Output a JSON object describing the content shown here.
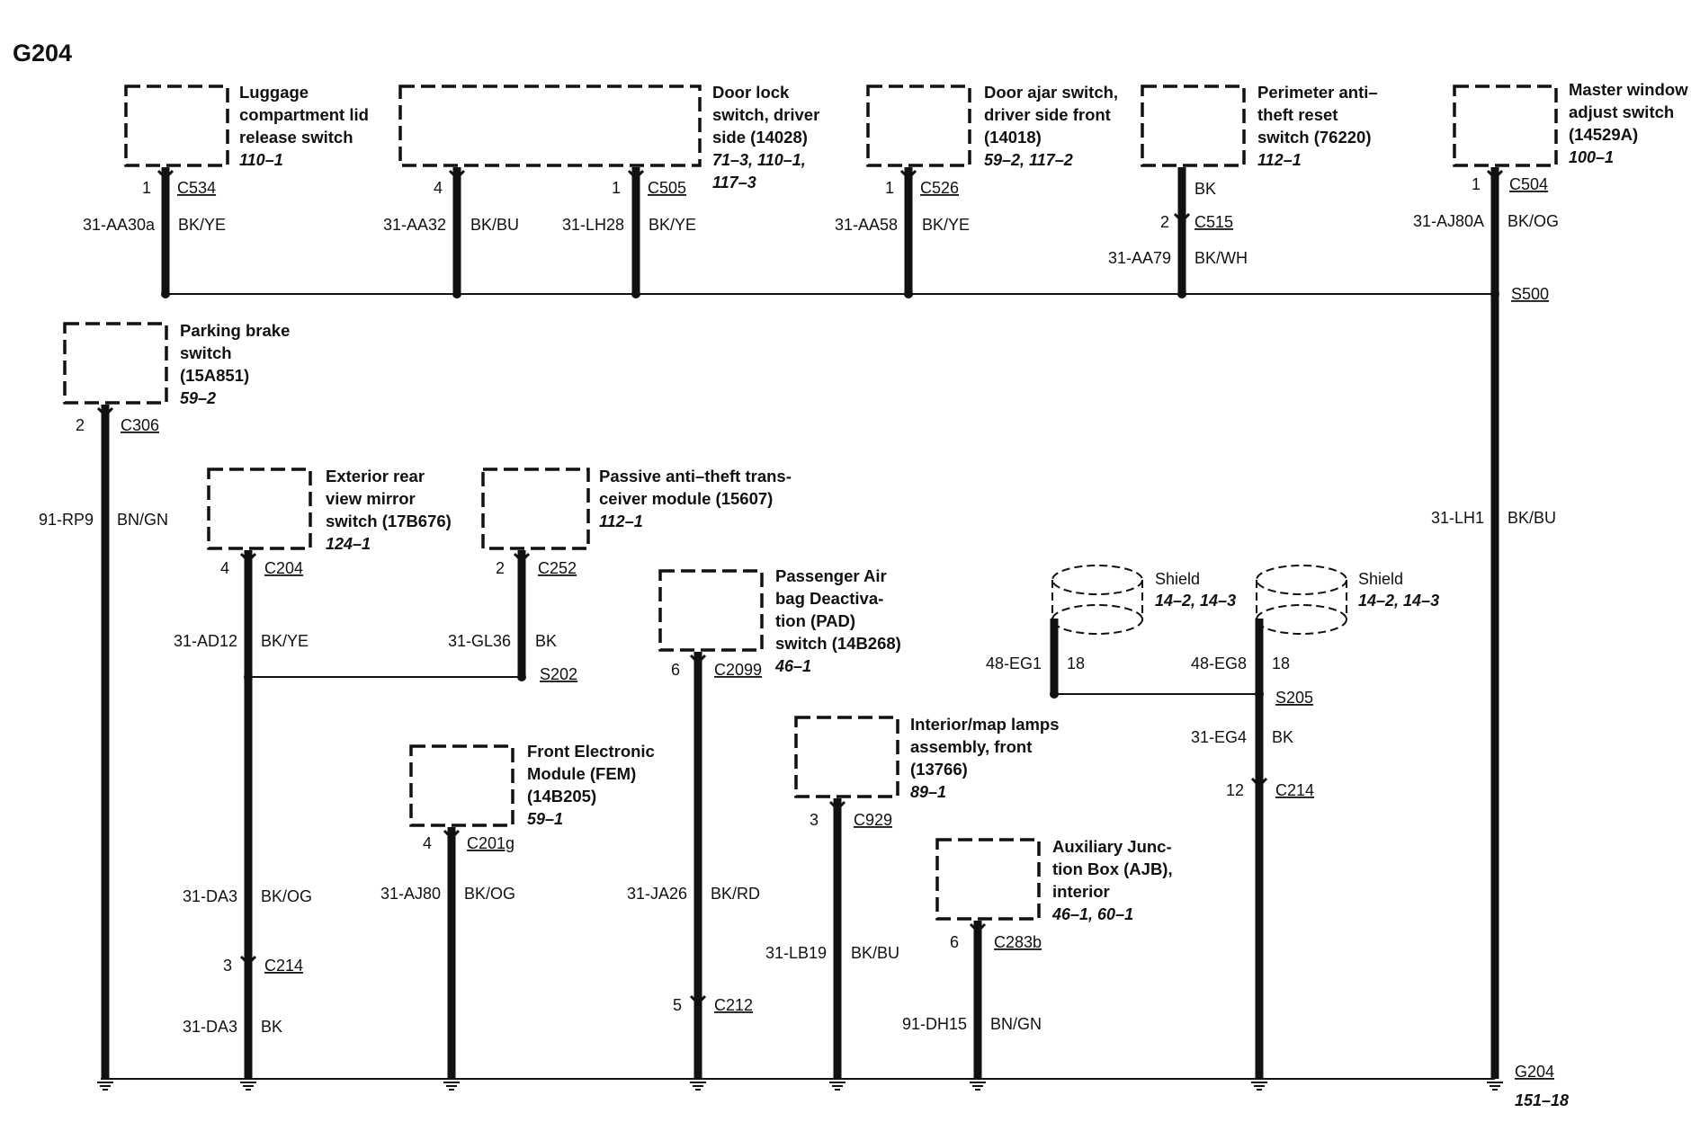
{
  "title": "G204",
  "ground": {
    "label": "G204",
    "ref": "151–18"
  },
  "splices": {
    "s500": "S500",
    "s202": "S202",
    "s205": "S205"
  },
  "components": [
    {
      "lines": [
        "Luggage",
        "compartment lid",
        "release switch"
      ],
      "refs": [
        "110–1"
      ]
    },
    {
      "lines": [
        "Door lock",
        "switch, driver",
        "side (14028)"
      ],
      "refs": [
        "71–3, 110–1,",
        "117–3"
      ]
    },
    {
      "lines": [
        "Door ajar switch,",
        "driver side front",
        "(14018)"
      ],
      "refs": [
        "59–2, 117–2"
      ]
    },
    {
      "lines": [
        "Perimeter anti–",
        "theft reset",
        "switch (76220)"
      ],
      "refs": [
        "112–1"
      ]
    },
    {
      "lines": [
        "Master window",
        "adjust switch",
        "(14529A)"
      ],
      "refs": [
        "100–1"
      ]
    },
    {
      "lines": [
        "Parking brake",
        "switch",
        "(15A851)"
      ],
      "refs": [
        "59–2"
      ]
    },
    {
      "lines": [
        "Exterior rear",
        "view mirror",
        "switch (17B676)"
      ],
      "refs": [
        "124–1"
      ]
    },
    {
      "lines": [
        "Passive anti–theft trans-",
        "ceiver module (15607)"
      ],
      "refs": [
        "112–1"
      ]
    },
    {
      "lines": [
        "Passenger Air",
        "bag Deactiva-",
        "tion (PAD)",
        "switch (14B268)"
      ],
      "refs": [
        "46–1"
      ]
    },
    {
      "lines": [
        "Front Electronic",
        "Module (FEM)",
        "(14B205)"
      ],
      "refs": [
        "59–1"
      ]
    },
    {
      "lines": [
        "Interior/map lamps",
        "assembly, front",
        "(13766)"
      ],
      "refs": [
        "89–1"
      ]
    },
    {
      "lines": [
        "Auxiliary Junc-",
        "tion Box (AJB),",
        "interior"
      ],
      "refs": [
        "46–1, 60–1"
      ]
    }
  ],
  "connectors": [
    {
      "pin": "1",
      "name": "C534"
    },
    {
      "pin": "4",
      "name": ""
    },
    {
      "pin": "1",
      "name": "C505"
    },
    {
      "pin": "1",
      "name": "C526"
    },
    {
      "pin": "2",
      "name": "C515"
    },
    {
      "pin": "1",
      "name": "C504"
    },
    {
      "pin": "2",
      "name": "C306"
    },
    {
      "pin": "4",
      "name": "C204"
    },
    {
      "pin": "2",
      "name": "C252"
    },
    {
      "pin": "6",
      "name": "C2099"
    },
    {
      "pin": "4",
      "name": "C201g"
    },
    {
      "pin": "3",
      "name": "C929"
    },
    {
      "pin": "6",
      "name": "C283b"
    },
    {
      "pin": "3",
      "name": "C214"
    },
    {
      "pin": "5",
      "name": "C212"
    },
    {
      "pin": "12",
      "name": "C214"
    }
  ],
  "wires": [
    {
      "circuit": "31-AA30a",
      "color": "BK/YE"
    },
    {
      "circuit": "31-AA32",
      "color": "BK/BU"
    },
    {
      "circuit": "31-LH28",
      "color": "BK/YE"
    },
    {
      "circuit": "31-AA58",
      "color": "BK/YE"
    },
    {
      "circuit": "",
      "color": "BK"
    },
    {
      "circuit": "31-AA79",
      "color": "BK/WH"
    },
    {
      "circuit": "31-AJ80A",
      "color": "BK/OG"
    },
    {
      "circuit": "31-LH1",
      "color": "BK/BU"
    },
    {
      "circuit": "91-RP9",
      "color": "BN/GN"
    },
    {
      "circuit": "31-AD12",
      "color": "BK/YE"
    },
    {
      "circuit": "31-GL36",
      "color": "BK"
    },
    {
      "circuit": "31-DA3",
      "color": "BK/OG"
    },
    {
      "circuit": "31-DA3",
      "color": "BK"
    },
    {
      "circuit": "31-AJ80",
      "color": "BK/OG"
    },
    {
      "circuit": "31-JA26",
      "color": "BK/RD"
    },
    {
      "circuit": "31-LB19",
      "color": "BK/BU"
    },
    {
      "circuit": "91-DH15",
      "color": "BN/GN"
    },
    {
      "circuit": "48-EG1",
      "color": "18"
    },
    {
      "circuit": "48-EG8",
      "color": "18"
    },
    {
      "circuit": "31-EG4",
      "color": "BK"
    }
  ],
  "shields": [
    {
      "label": "Shield",
      "ref": "14–2, 14–3"
    },
    {
      "label": "Shield",
      "ref": "14–2, 14–3"
    }
  ]
}
